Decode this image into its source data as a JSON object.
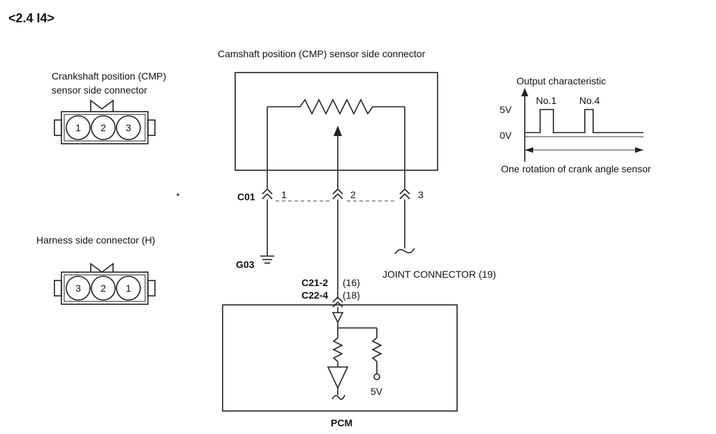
{
  "heading": "<2.4 I4>",
  "cmp_connector_title": "Camshaft position (CMP) sensor side connector",
  "crank_connector": {
    "title_line1": "Crankshaft position (CMP)",
    "title_line2": "sensor side connector",
    "pins": [
      "1",
      "2",
      "3"
    ]
  },
  "harness_connector": {
    "title": "Harness side connector (H)",
    "pins": [
      "3",
      "2",
      "1"
    ]
  },
  "output_characteristic": {
    "title": "Output characteristic",
    "high_label": "5V",
    "low_label": "0V",
    "pulse1_label": "No.1",
    "pulse2_label": "No.4",
    "caption": "One rotation of crank angle sensor"
  },
  "circuit": {
    "connector_id": "C01",
    "pin1": "1",
    "pin2": "2",
    "pin3": "3",
    "ground": "G03",
    "joint_connector": "JOINT CONNECTOR (19)",
    "pcm_conn1": "C21-2",
    "pcm_pin1": "(16)",
    "pcm_conn2": "C22-4",
    "pcm_pin2": "(18)",
    "supply": "5V",
    "module": "PCM"
  }
}
